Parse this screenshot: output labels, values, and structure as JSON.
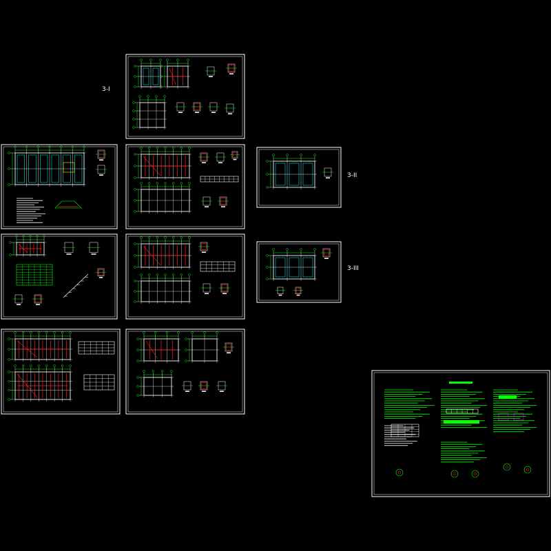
{
  "canvas": {
    "background": "#000000"
  },
  "colors": {
    "frame": "#ffffff",
    "grid": "#ffffff",
    "dim": "#00ff00",
    "rebar": "#ff2020",
    "cyan": "#00ffff",
    "yellow": "#ffff00",
    "magenta": "#ff00ff"
  },
  "notes": {
    "left": "3-I",
    "right_top": "3-II",
    "right_mid": "3-III"
  },
  "sheets": [
    {
      "id": "roof-detail-sheet",
      "kind": "details"
    },
    {
      "id": "foundation-plan-sheet",
      "kind": "plan-notes"
    },
    {
      "id": "floor-plan-sheet-a",
      "kind": "plan-details"
    },
    {
      "id": "small-plan-sheet-a",
      "kind": "small-plan"
    },
    {
      "id": "stair-table-sheet",
      "kind": "table-details"
    },
    {
      "id": "floor-plan-sheet-b",
      "kind": "plan-details"
    },
    {
      "id": "small-plan-sheet-b",
      "kind": "small-plan"
    },
    {
      "id": "reinforcement-plan-sheet",
      "kind": "rebar-plans"
    },
    {
      "id": "floor-plan-sheet-c",
      "kind": "plan-details"
    },
    {
      "id": "general-notes-sheet",
      "kind": "general-notes"
    }
  ]
}
